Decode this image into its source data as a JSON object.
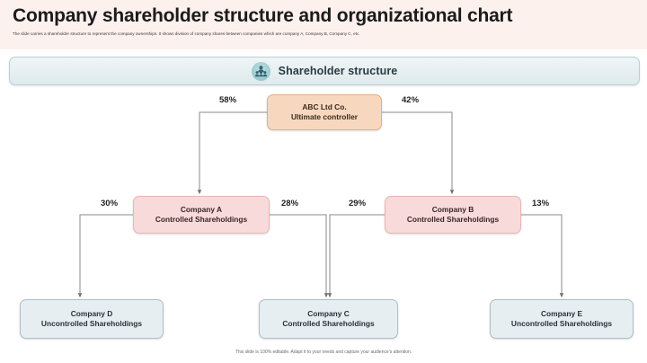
{
  "slide": {
    "title": "Company shareholder structure and organizational chart",
    "subtitle": "The slide carries a shareholder structure to represent the company ownerships. It shows division of company shares between companies which are company A, Company B, Company C, etc.",
    "footer": "This slide is 100% editable. Adapt it to your needs and capture your audience's attention."
  },
  "section": {
    "label": "Shareholder structure",
    "icon": "people-group-icon"
  },
  "chart_data": {
    "type": "diagram",
    "title": "Shareholder structure",
    "nodes": [
      {
        "id": "root",
        "line1": "ABC Ltd Co.",
        "line2": "Ultimate controller",
        "level": 0,
        "color": "#f7d8bf"
      },
      {
        "id": "company-a",
        "line1": "Company A",
        "line2": "Controlled Shareholdings",
        "level": 1,
        "color": "#f9dada"
      },
      {
        "id": "company-b",
        "line1": "Company B",
        "line2": "Controlled Shareholdings",
        "level": 1,
        "color": "#f9dada"
      },
      {
        "id": "company-d",
        "line1": "Company D",
        "line2": "Uncontrolled Shareholdings",
        "level": 2,
        "color": "#e7eef1"
      },
      {
        "id": "company-c",
        "line1": "Company C",
        "line2": "Controlled Shareholdings",
        "level": 2,
        "color": "#e7eef1"
      },
      {
        "id": "company-e",
        "line1": "Company E",
        "line2": "Uncontrolled Shareholdings",
        "level": 2,
        "color": "#e7eef1"
      }
    ],
    "edges": [
      {
        "from": "root",
        "to": "company-a",
        "label": "58%"
      },
      {
        "from": "root",
        "to": "company-b",
        "label": "42%"
      },
      {
        "from": "company-a",
        "to": "company-d",
        "label": "30%"
      },
      {
        "from": "company-a",
        "to": "company-c",
        "label": "28%"
      },
      {
        "from": "company-b",
        "to": "company-c",
        "label": "29%"
      },
      {
        "from": "company-b",
        "to": "company-e",
        "label": "13%"
      }
    ]
  },
  "colors": {
    "header_band": "#fdf1ed",
    "section_bar": "#e6eff1",
    "root_node": "#f7d8bf",
    "mid_node": "#f9dada",
    "leaf_node": "#e7eef1",
    "connector": "#8a8a8a"
  }
}
